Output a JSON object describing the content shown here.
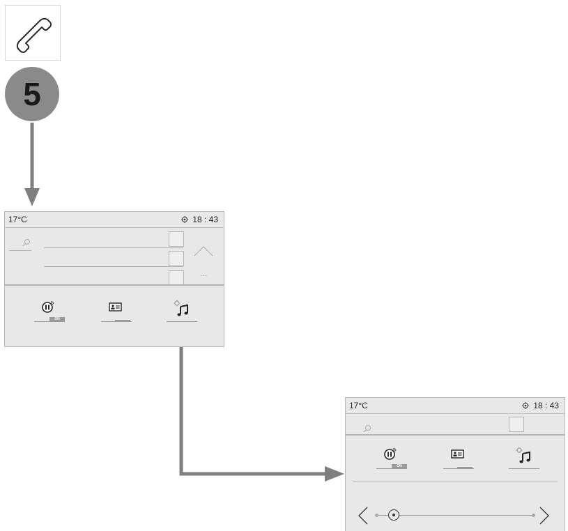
{
  "step": {
    "number": "5"
  },
  "screen1": {
    "status": {
      "temperature": "17°C",
      "time": "18 : 43"
    },
    "more_dots": "...",
    "tabs": [
      {
        "id": "phone-media",
        "badge": "ON"
      },
      {
        "id": "contacts"
      },
      {
        "id": "ringtone-settings"
      }
    ]
  },
  "screen2": {
    "status": {
      "temperature": "17°C",
      "time": "18 : 43"
    },
    "tabs": [
      {
        "id": "phone-media",
        "badge": "ON"
      },
      {
        "id": "contacts"
      },
      {
        "id": "ringtone-settings"
      }
    ],
    "slider": {
      "value": 0.08
    }
  },
  "colors": {
    "arrow": "#7f7f7f",
    "screen_bg": "#e8e8e8",
    "circle": "#8a8a8a"
  }
}
